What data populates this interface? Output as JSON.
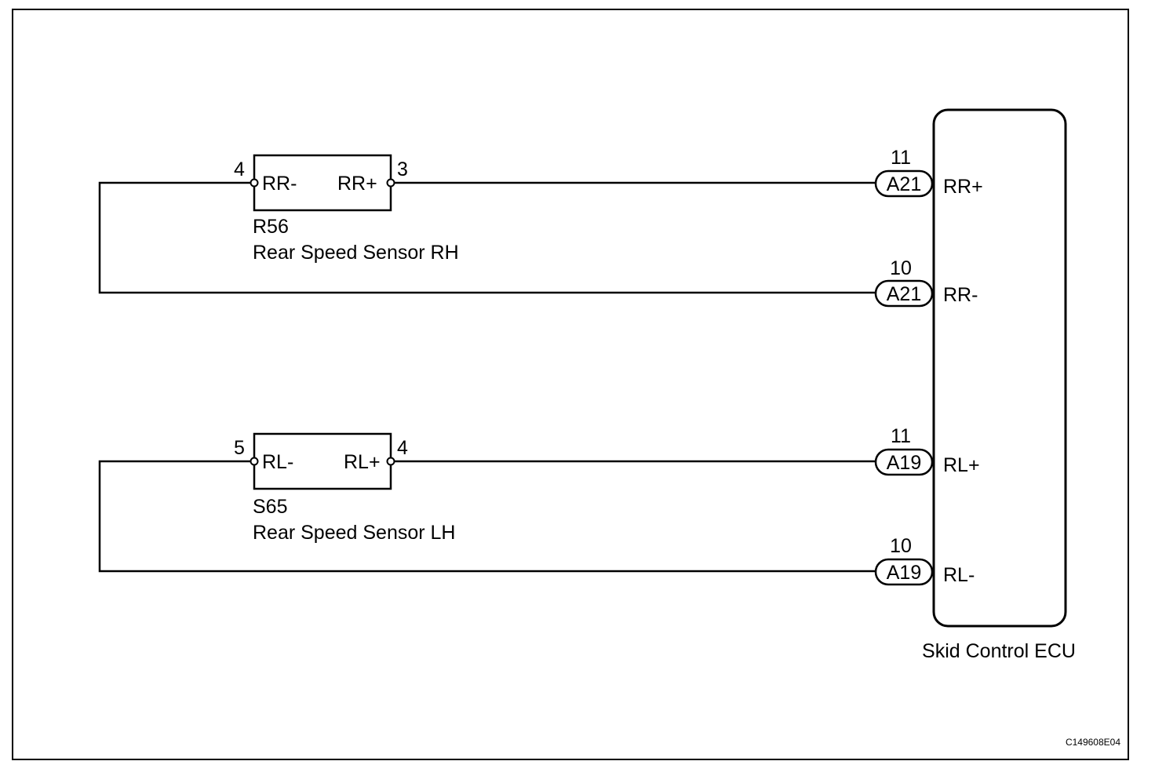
{
  "sensor_rh": {
    "code": "R56",
    "name": "Rear Speed Sensor RH",
    "pin_left": "4",
    "pin_left_label": "RR-",
    "pin_right": "3",
    "pin_right_label": "RR+"
  },
  "sensor_lh": {
    "code": "S65",
    "name": "Rear Speed Sensor LH",
    "pin_left": "5",
    "pin_left_label": "RL-",
    "pin_right": "4",
    "pin_right_label": "RL+"
  },
  "ecu": {
    "name": "Skid Control ECU",
    "terminals": [
      {
        "connector": "A21",
        "pin": "11",
        "label": "RR+"
      },
      {
        "connector": "A21",
        "pin": "10",
        "label": "RR-"
      },
      {
        "connector": "A19",
        "pin": "11",
        "label": "RL+"
      },
      {
        "connector": "A19",
        "pin": "10",
        "label": "RL-"
      }
    ]
  },
  "figure_code": "C149608E04"
}
